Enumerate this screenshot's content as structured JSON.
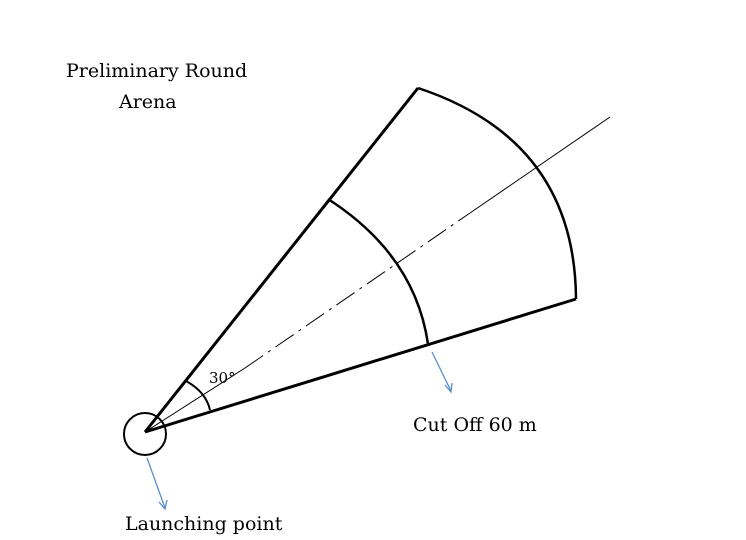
{
  "title": {
    "line1": "Preliminary Round",
    "line2": "Arena"
  },
  "angle_label": "30°",
  "cutoff_label": "Cut Off 60 m",
  "launch_label": "Launching point",
  "colors": {
    "line": "#000000",
    "arrow": "#5b8ec9"
  }
}
